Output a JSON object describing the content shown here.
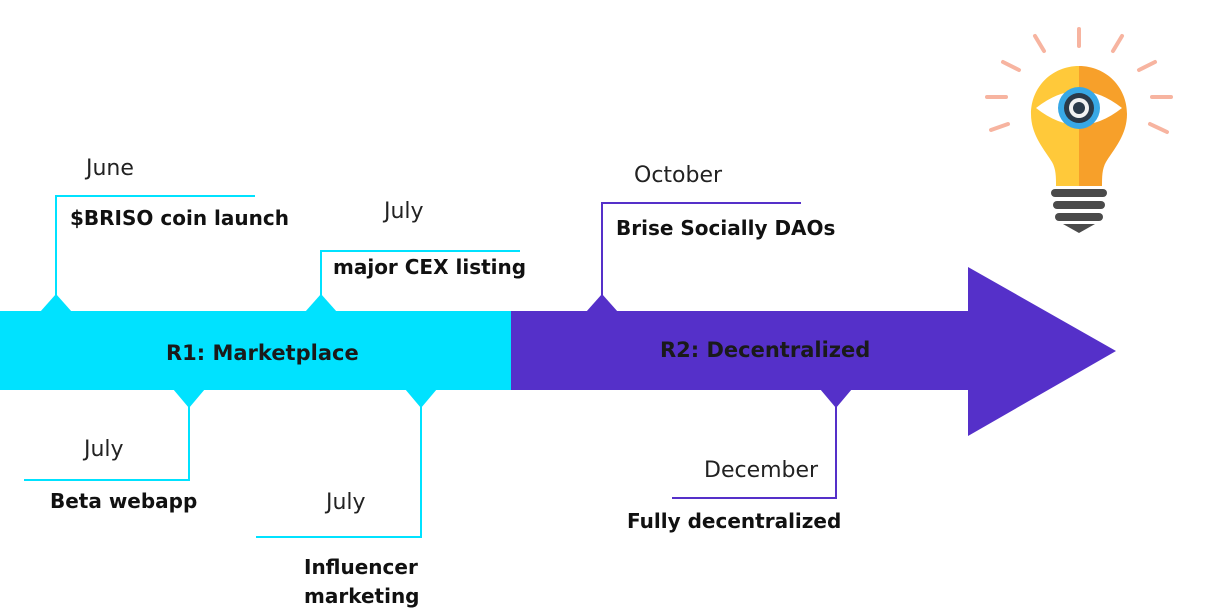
{
  "colors": {
    "r1": "#00e2ff",
    "r2": "#5530c9",
    "bulb_light": "#ffc93a",
    "bulb_dark": "#f7a02a",
    "rays": "#f7b4a0",
    "base": "#4a4a4a",
    "eye_iris": "#38a8e6",
    "eye_pupil": "#2b3a4a"
  },
  "phases": {
    "r1": "R1: Marketplace",
    "r2": "R2: Decentralized"
  },
  "milestones": [
    {
      "id": "briso",
      "month": "June",
      "event": "$BRISO coin launch"
    },
    {
      "id": "cex",
      "month": "July",
      "event": "major CEX listing"
    },
    {
      "id": "beta",
      "month": "July",
      "event": "Beta webapp"
    },
    {
      "id": "influencer",
      "month": "July",
      "event": "Influencer marketing"
    },
    {
      "id": "daos",
      "month": "October",
      "event": "Brise Socially DAOs"
    },
    {
      "id": "decentral",
      "month": "December",
      "event": "Fully decentralized"
    }
  ],
  "icon": "lightbulb-eye-icon"
}
